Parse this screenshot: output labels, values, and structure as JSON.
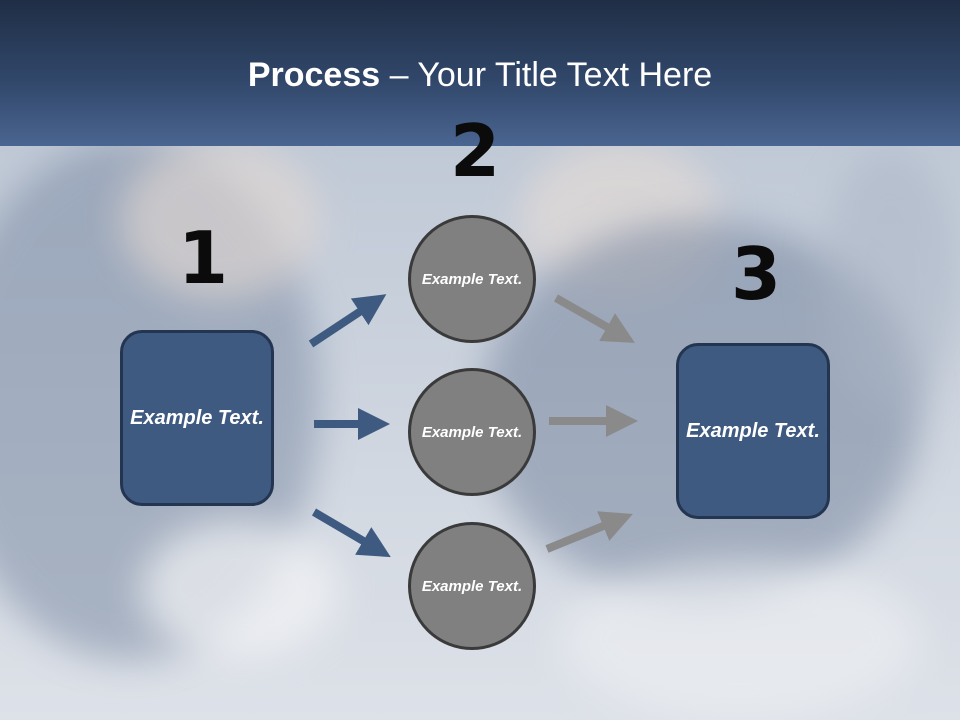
{
  "title": {
    "bold": "Process",
    "rest": " – Your Title Text Here"
  },
  "steps": [
    {
      "number": "1",
      "label": "Example Text."
    },
    {
      "number": "2",
      "labels": [
        "Example Text.",
        "Example Text.",
        "Example Text."
      ]
    },
    {
      "number": "3",
      "label": "Example Text."
    }
  ],
  "colors": {
    "header": "#31476a",
    "box_fill": "#3f5a80",
    "circle_fill": "#808080",
    "arrow_blue": "#3f5a80",
    "arrow_gray": "#8a8a8a"
  }
}
